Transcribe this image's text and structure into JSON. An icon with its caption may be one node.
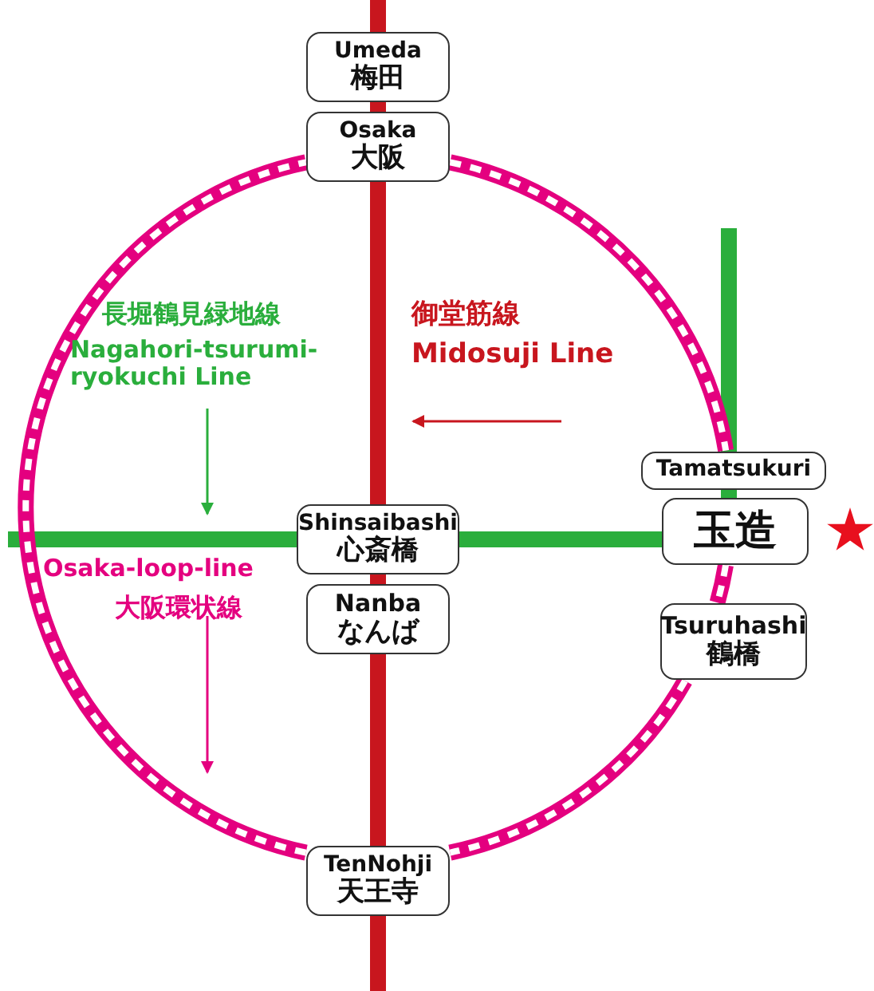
{
  "diagram": {
    "nodes": [
      {
        "text": [
          "Umeda",
          "梅田"
        ]
      },
      {
        "text": [
          "Osaka",
          "大阪"
        ]
      },
      {
        "text": [
          "Shinsaibashi",
          "心斎橋"
        ]
      },
      {
        "text": [
          "Nanba",
          "なんば"
        ]
      },
      {
        "text": [
          "TenNohji",
          "天王寺"
        ]
      },
      {
        "text": [
          "Tamatsukuri"
        ]
      },
      {
        "text": [
          "玉造"
        ]
      },
      {
        "text": [
          "Tsuruhashi",
          "鶴橋"
        ]
      }
    ],
    "edges": [
      {
        "from": null,
        "to": 0,
        "arrow": "none",
        "color": "#c8161e"
      },
      {
        "from": 0,
        "to": 1,
        "arrow": "none",
        "color": "#c8161e"
      },
      {
        "from": 1,
        "to": 2,
        "arrow": "none",
        "color": "#c8161e"
      },
      {
        "from": 2,
        "to": 3,
        "arrow": "none",
        "color": "#c8161e"
      },
      {
        "from": 3,
        "to": 4,
        "arrow": "none",
        "color": "#c8161e"
      },
      {
        "from": 4,
        "to": null,
        "arrow": "none",
        "color": "#c8161e"
      },
      {
        "from": null,
        "to": 2,
        "arrow": "none",
        "color": "#2aae3c"
      },
      {
        "from": 2,
        "to": 6,
        "arrow": "none",
        "color": "#2aae3c"
      },
      {
        "from": null,
        "to": 5,
        "arrow": "none",
        "color": "#2aae3c"
      },
      {
        "from": 5,
        "to": 6,
        "arrow": "none",
        "color": "#2aae3c"
      },
      {
        "from": 1,
        "to": 5,
        "arrow": "none",
        "color": "#e4007f"
      },
      {
        "from": 6,
        "to": 7,
        "arrow": "none",
        "color": "#e4007f"
      },
      {
        "from": 7,
        "to": 4,
        "arrow": "none",
        "color": "#e4007f"
      },
      {
        "from": 4,
        "to": 1,
        "arrow": "none",
        "color": "#e4007f"
      }
    ],
    "labels": [
      "長堀鶴見緑地線",
      "Nagahori-tsurumi-ryokuchi Line",
      "御堂筋線",
      "Midosuji Line",
      "Osaka-loop-line",
      "大阪環状線"
    ]
  }
}
